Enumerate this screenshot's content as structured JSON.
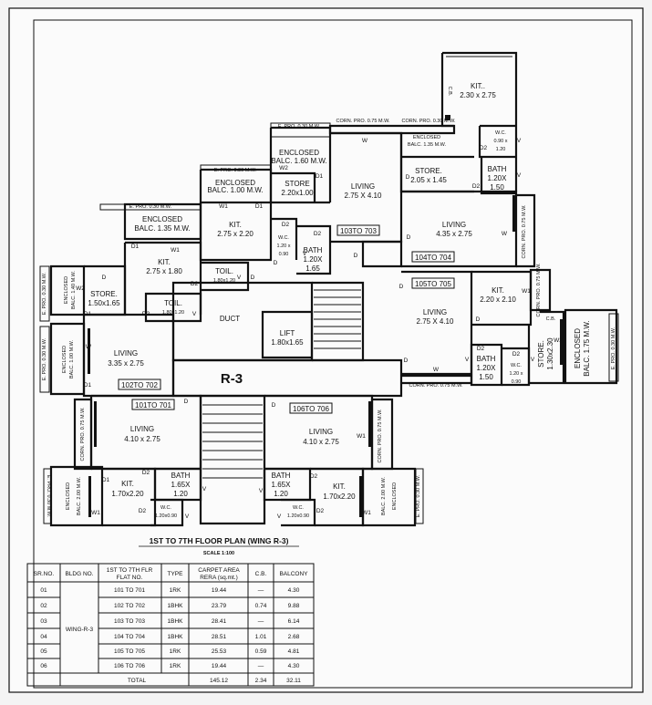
{
  "wing": "R-3",
  "title": "1ST TO 7TH FLOOR PLAN (WING R-3)",
  "scale": "SCALE 1:100",
  "rooms": {
    "kit_top": [
      "KIT..",
      "2.30 x 2.75"
    ],
    "cb": "C.B.",
    "wc_708": [
      "W.C.",
      "0.90 x",
      "1.20"
    ],
    "corn_pro_1": "CORN. PRO. 0.75 M.W.",
    "corn_pro_2": "CORN. PRO. 0.30 M.W.",
    "encl_balc_135": [
      "ENCLOSED",
      "BALC. 1.35 M.W."
    ],
    "store_205": [
      "STORE.",
      "2.05 x 1.45"
    ],
    "bath_704": [
      "BATH",
      "1.20X",
      "1.50"
    ],
    "e_pro_030a": "E. PRO. 0.30 M.W.",
    "encl_balc_160": [
      "ENCLOSED",
      "BALC. 1.60 M.W."
    ],
    "store_220": [
      "STORE",
      "2.20x1.00"
    ],
    "living_703": [
      "LIVING",
      "2.75 X 4.10"
    ],
    "e_pro_030b": "E. PRO. 0.30 M.W.",
    "encl_balc_100": [
      "ENCLOSED",
      "BALC. 1.00 M.W."
    ],
    "kit_703": [
      "KIT.",
      "2.75 x 2.20"
    ],
    "wc_703": [
      "W.C.",
      "1.20 x",
      "0.90"
    ],
    "bath_703": [
      "BATH",
      "1.20X",
      "1.65"
    ],
    "flat_703": "103TO 703",
    "living_704": [
      "LIVING",
      "4.35 x 2.75"
    ],
    "corn_pro_704": "CORN. PRO. 0.75 M.W.",
    "flat_704": "104TO 704",
    "e_pro_030c": "E. PRO. 0.30 M.W.",
    "encl_balc_135b": [
      "ENCLOSED",
      "BALC. 1.35 M.W."
    ],
    "kit_702": [
      "KIT.",
      "2.75 x 1.80"
    ],
    "toil_a": [
      "TOIL.",
      "1.80x1.20"
    ],
    "encl_balc_140": [
      "ENCLOSED",
      "BALC. 1.40 M.W."
    ],
    "e_pro_side1": "E. PRO. 0.30 M.W.",
    "store_150": [
      "STORE.",
      "1.50x1.65"
    ],
    "toil_b": [
      "TOIL.",
      "1.80x1.20"
    ],
    "duct": "DUCT",
    "lift": [
      "LIFT",
      "1.80x1.65"
    ],
    "flat_705": "105TO 705",
    "kit_705": [
      "KIT.",
      "2.20 x 2.10"
    ],
    "corn_pro_705": "CORN. PRO. 0.75 M.W.",
    "living_705": [
      "LIVING",
      "2.75 X 4.10"
    ],
    "cb2": "C.B.",
    "store_130": [
      "STORE.",
      "1.30x2.30"
    ],
    "encl_balc_175": [
      "ENCLOSED",
      "BALC. 1.75 M.W."
    ],
    "e_pro_side2": "E. PRO. 0.30 M.W.",
    "bath_705": [
      "BATH",
      "1.20X",
      "1.50"
    ],
    "wc_705": [
      "W.C.",
      "1.20 x",
      "0.90"
    ],
    "encl_balc_100b": [
      "ENCLOSED",
      "BALC. 1.00 M.W."
    ],
    "e_pro_side3": "E. PRO. 0.30 M.W.",
    "living_702": [
      "LIVING",
      "3.35 x 2.75"
    ],
    "flat_702": "102TO 702",
    "corn_pro_705b": "CORN. PRO. 0.75 M.W.",
    "flat_701": "101TO 701",
    "flat_706": "106TO 706",
    "corn_pro_701": "CORN. PRO. 0.75 M.W.",
    "living_701": [
      "LIVING",
      "4.10 x 2.75"
    ],
    "living_706": [
      "LIVING",
      "4.10 x 2.75"
    ],
    "corn_pro_706": "CORN. PRO. 0.75 M.W.",
    "e_pro_side4": "E. PRO. 0.30 M.W.",
    "encl_balc_200": [
      "ENCLOSED",
      "BALC. 2.00 M.W."
    ],
    "kit_701": [
      "KIT.",
      "1.70x2.20"
    ],
    "bath_701": [
      "BATH",
      "1.65X",
      "1.20"
    ],
    "wc_701": [
      "W.C.",
      "1.20x0.90"
    ],
    "bath_706": [
      "BATH",
      "1.65X",
      "1.20"
    ],
    "kit_706": [
      "KIT.",
      "1.70x2.20"
    ],
    "wc_706": [
      "W.C.",
      "1.20x0.90"
    ],
    "encl_balc_200b": [
      "BALC. 2.00 M.W.",
      "ENCLOSED"
    ],
    "e_pro_side5": "E. PRO. 0.30 M.W."
  },
  "door_marks": {
    "D": "D",
    "D1": "D1",
    "D2": "D2",
    "W": "W",
    "W1": "W1",
    "W2": "W2",
    "V": "V"
  },
  "table": {
    "headers": [
      "SR.NO.",
      "BLDG NO.",
      "1ST TO 7TH FLR\nFLAT NO.",
      "TYPE",
      "CARPET AREA\nRERA (sq.mt.)",
      "C.B.",
      "BALCONY"
    ],
    "bldg": "WING-R-3",
    "rows": [
      [
        "01",
        "101 TO 701",
        "1RK",
        "19.44",
        "—",
        "4.30"
      ],
      [
        "02",
        "102 TO 702",
        "1BHK",
        "23.79",
        "0.74",
        "9.88"
      ],
      [
        "03",
        "103 TO 703",
        "1BHK",
        "28.41",
        "—",
        "6.14"
      ],
      [
        "04",
        "104 TO 704",
        "1BHK",
        "28.51",
        "1.01",
        "2.68"
      ],
      [
        "05",
        "105 TO 705",
        "1RK",
        "25.53",
        "0.59",
        "4.81"
      ],
      [
        "06",
        "106 TO 706",
        "1RK",
        "19.44",
        "—",
        "4.30"
      ]
    ],
    "total_label": "TOTAL",
    "totals": [
      "145.12",
      "2.34",
      "32.11"
    ]
  }
}
